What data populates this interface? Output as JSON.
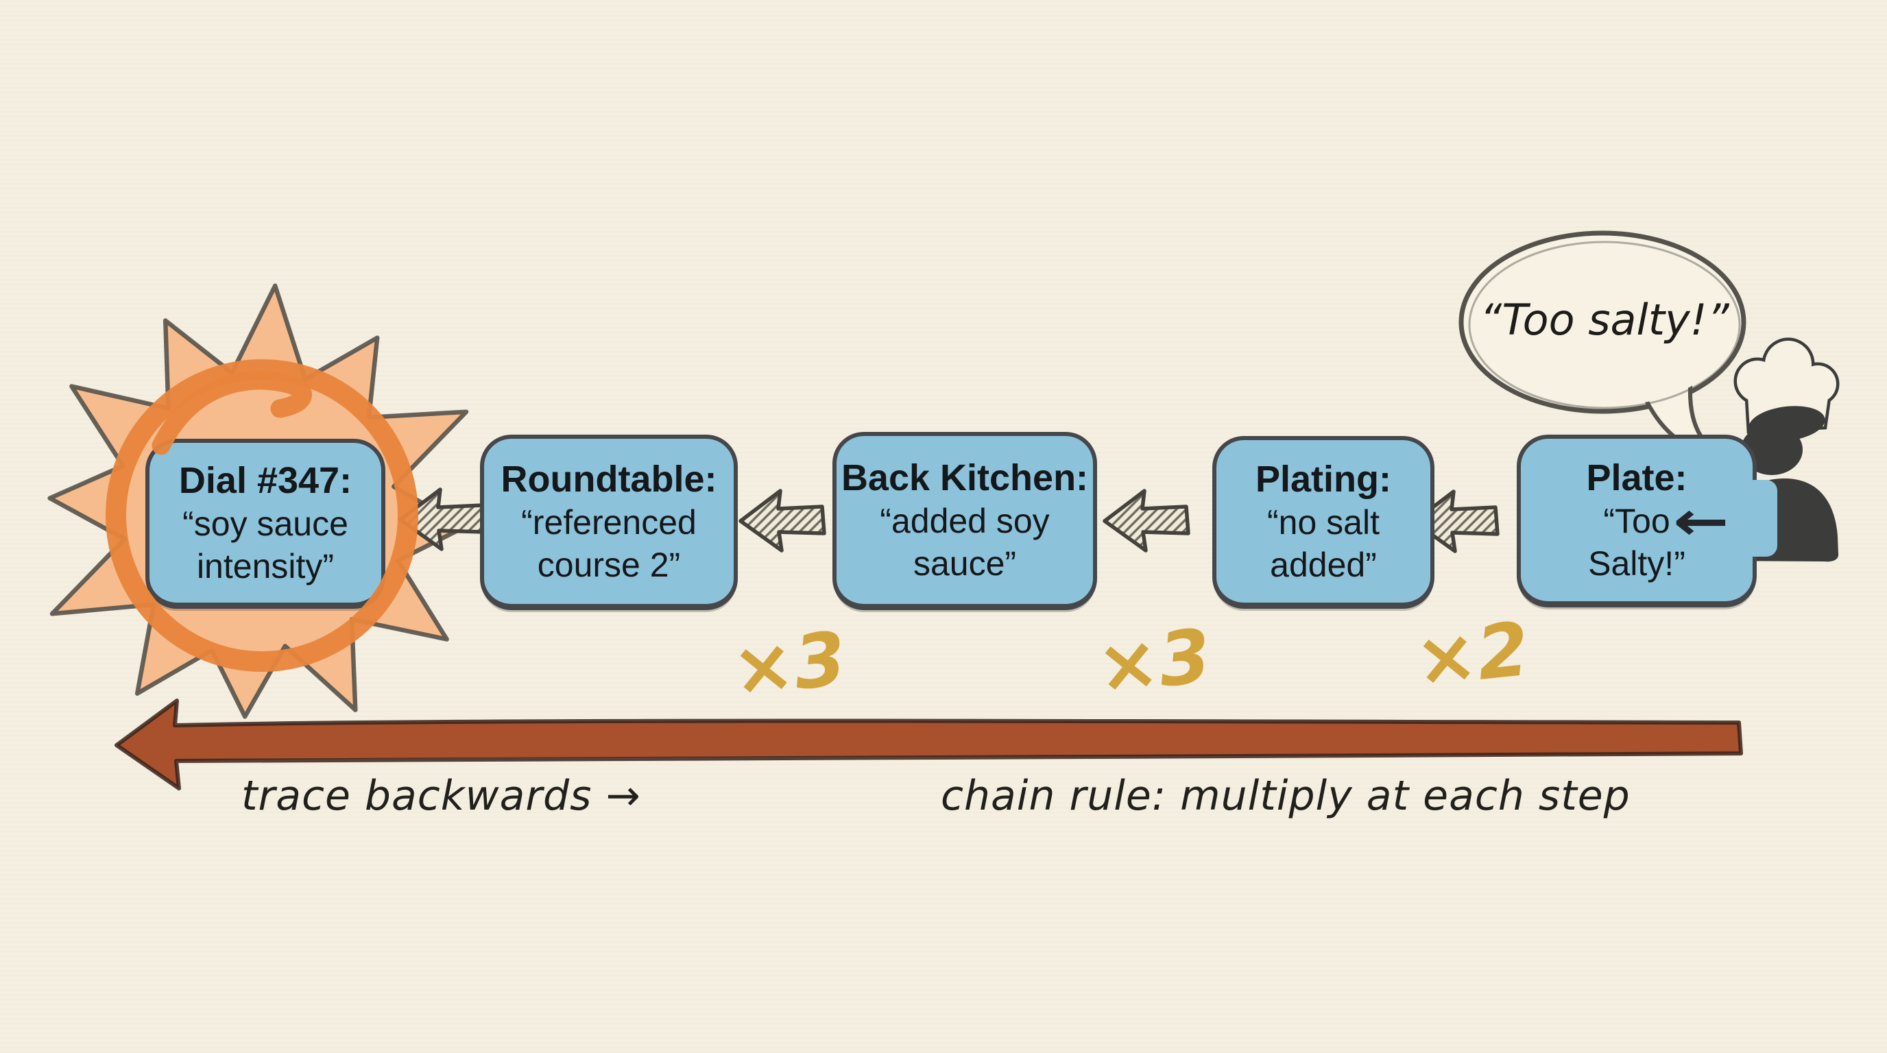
{
  "diagram": {
    "nodes": [
      {
        "title": "Dial #347:",
        "quote": "“soy sauce intensity”"
      },
      {
        "title": "Roundtable:",
        "quote": "“referenced course 2”"
      },
      {
        "title": "Back Kitchen:",
        "quote": "“added soy sauce”"
      },
      {
        "title": "Plating:",
        "quote": "“no salt added”"
      },
      {
        "title": "Plate:",
        "quote": "“Too Salty!”"
      }
    ],
    "multipliers": [
      {
        "label": "×3"
      },
      {
        "label": "×3"
      },
      {
        "label": "×2"
      }
    ],
    "speech_bubble": {
      "text": "“Too salty!”"
    },
    "captions": {
      "trace": "trace backwards →",
      "chain_rule": "chain rule: multiply at each step"
    },
    "glyphs": {
      "feedback_arrow": "←"
    },
    "colors": {
      "background": "#f4efe1",
      "node_fill": "#8cc2da",
      "node_outline": "#45474a",
      "ink": "#15181b",
      "star_fill": "#f6bc8d",
      "highlight_ring": "#e8843c",
      "trace_arrow_red": "#a8512c",
      "multiplier_gold": "#d2a43e",
      "sketch_gray": "#45423c"
    }
  }
}
